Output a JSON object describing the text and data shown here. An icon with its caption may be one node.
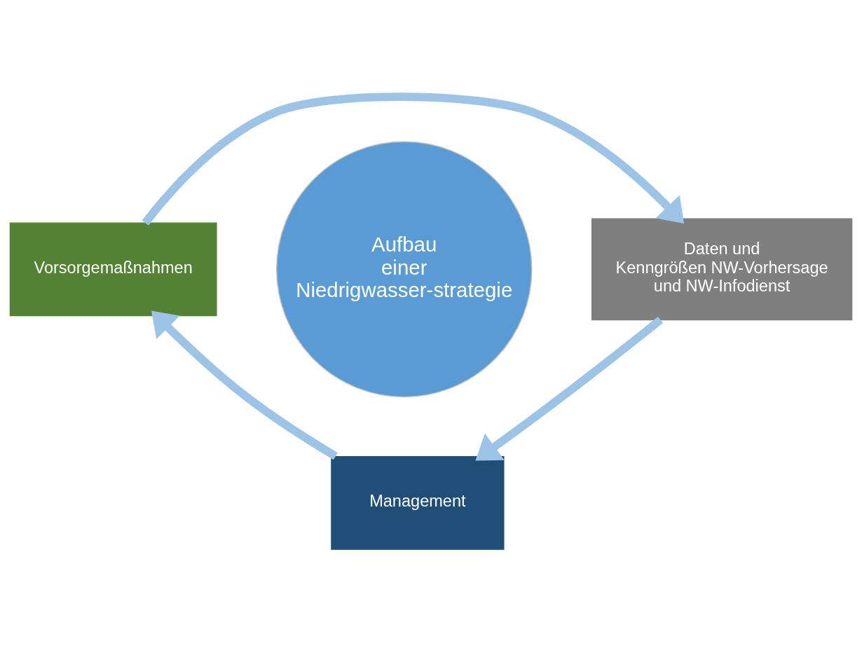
{
  "diagram": {
    "nodes": [
      {
        "text": [
          "Aufbau einer Niedrigwasser-strategie"
        ]
      },
      {
        "text": [
          "Daten und Kenngrößen NW-Vorhersage und NW-Infodienst"
        ]
      },
      {
        "text": [
          "Vorsorgemaßnahmen"
        ]
      },
      {
        "text": [
          "Management"
        ]
      }
    ],
    "edges": [
      {
        "from": 2,
        "to": 1,
        "arrow": "to"
      },
      {
        "from": 1,
        "to": 3,
        "arrow": "to"
      },
      {
        "from": 3,
        "to": 2,
        "arrow": "to"
      }
    ]
  }
}
